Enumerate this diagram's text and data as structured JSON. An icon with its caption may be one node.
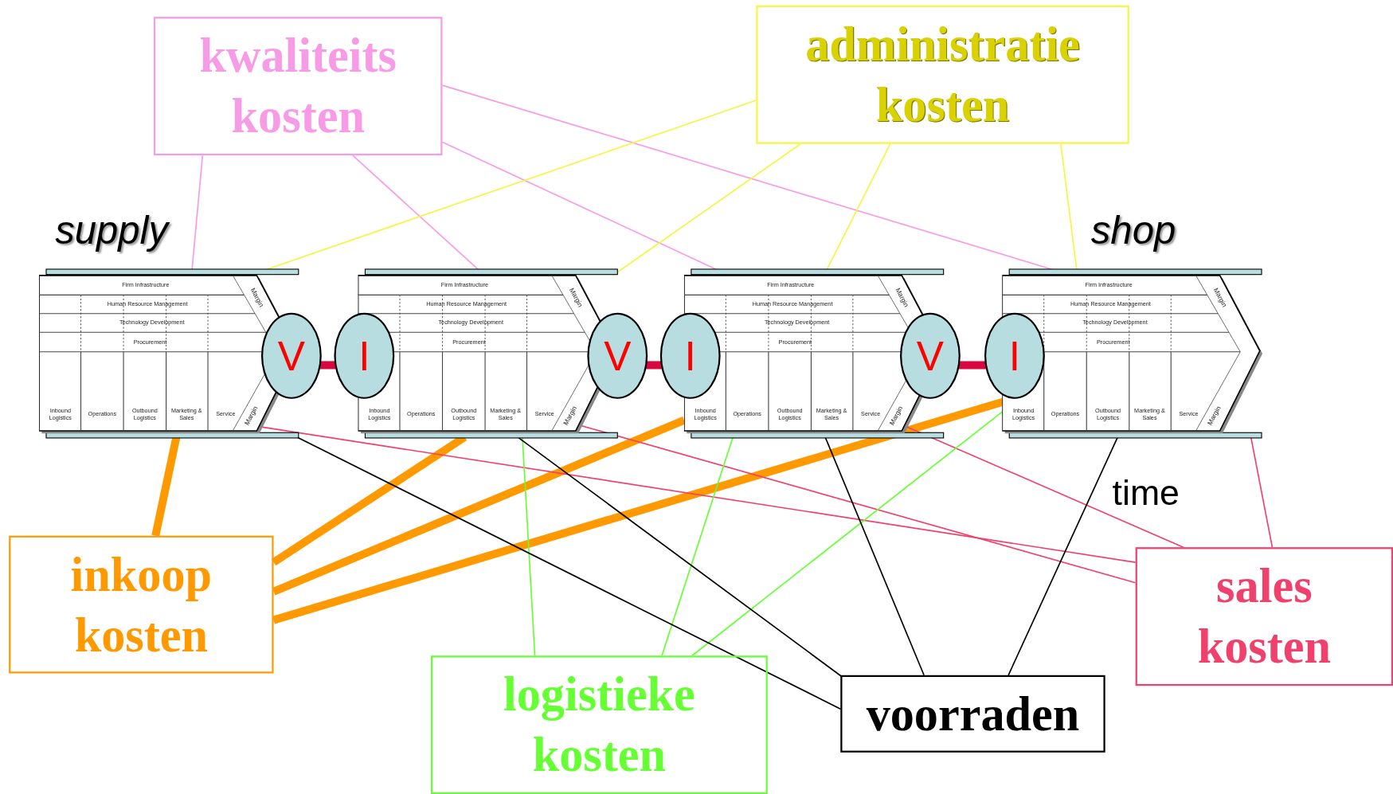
{
  "diagram": {
    "nodes": [
      {
        "text": [
          "kwaliteits kosten"
        ]
      },
      {
        "text": [
          "administratie kosten"
        ]
      },
      {
        "text": [
          "Firm Infrastructure",
          "Human Resource Management",
          "Technology Development",
          "Procurement",
          "Inbound Logistics",
          "Operations",
          "Outbound Logistics",
          "Marketing & Sales",
          "Service",
          "Margin",
          "Margin"
        ],
        "beside": [
          "supply"
        ]
      },
      {
        "text": [
          "V"
        ]
      },
      {
        "text": [
          "I"
        ]
      },
      {
        "text": [
          "Firm Infrastructure",
          "Human Resource Management",
          "Technology Development",
          "Procurement",
          "Inbound Logistics",
          "Operations",
          "Outbound Logistics",
          "Marketing & Sales",
          "Service",
          "Margin",
          "Margin"
        ]
      },
      {
        "text": [
          "V"
        ]
      },
      {
        "text": [
          "I"
        ]
      },
      {
        "text": [
          "Firm Infrastructure",
          "Human Resource Management",
          "Technology Development",
          "Procurement",
          "Inbound Logistics",
          "Operations",
          "Outbound Logistics",
          "Marketing & Sales",
          "Service",
          "Margin",
          "Margin"
        ]
      },
      {
        "text": [
          "V"
        ]
      },
      {
        "text": [
          "I"
        ]
      },
      {
        "text": [
          "Firm Infrastructure",
          "Human Resource Management",
          "Technology Development",
          "Procurement",
          "Inbound Logistics",
          "Operations",
          "Outbound Logistics",
          "Marketing & Sales",
          "Service",
          "Margin",
          "Margin"
        ],
        "beside": [
          "shop"
        ]
      },
      {
        "text": [
          "inkoop kosten"
        ]
      },
      {
        "text": [
          "sales kosten"
        ]
      },
      {
        "text": [
          "logistieke kosten"
        ]
      },
      {
        "text": [
          "voorraden"
        ]
      }
    ],
    "edges": [
      {
        "from": 0,
        "to": 2,
        "arrow": "none",
        "color": "#f79be6"
      },
      {
        "from": 0,
        "to": 5,
        "arrow": "none",
        "color": "#f79be6"
      },
      {
        "from": 0,
        "to": 8,
        "arrow": "none",
        "color": "#f79be6"
      },
      {
        "from": 0,
        "to": 11,
        "arrow": "none",
        "color": "#f79be6"
      },
      {
        "from": 1,
        "to": 2,
        "arrow": "none",
        "color": "#f5f542"
      },
      {
        "from": 1,
        "to": 5,
        "arrow": "none",
        "color": "#f5f542"
      },
      {
        "from": 1,
        "to": 8,
        "arrow": "none",
        "color": "#f5f542"
      },
      {
        "from": 1,
        "to": 11,
        "arrow": "none",
        "color": "#f5f542"
      },
      {
        "from": 3,
        "to": 4,
        "arrow": "none",
        "style": "thick",
        "color": "#d6083f"
      },
      {
        "from": 6,
        "to": 7,
        "arrow": "none",
        "style": "thick",
        "color": "#d6083f"
      },
      {
        "from": 9,
        "to": 10,
        "arrow": "none",
        "style": "thick",
        "color": "#d6083f"
      },
      {
        "from": 12,
        "to": 2,
        "arrow": "none",
        "style": "thick",
        "color": "#ff9900"
      },
      {
        "from": 12,
        "to": 5,
        "arrow": "none",
        "style": "thick",
        "color": "#ff9900"
      },
      {
        "from": 12,
        "to": 8,
        "arrow": "none",
        "style": "thick",
        "color": "#ff9900"
      },
      {
        "from": 12,
        "to": 11,
        "arrow": "none",
        "style": "thick",
        "color": "#ff9900"
      },
      {
        "from": 13,
        "to": 2,
        "arrow": "none",
        "color": "#f0406c"
      },
      {
        "from": 13,
        "to": 5,
        "arrow": "none",
        "color": "#f0406c"
      },
      {
        "from": 13,
        "to": 8,
        "arrow": "none",
        "color": "#f0406c"
      },
      {
        "from": 13,
        "to": 11,
        "arrow": "none",
        "color": "#f0406c"
      },
      {
        "from": 14,
        "to": 5,
        "arrow": "none",
        "color": "#66ff33"
      },
      {
        "from": 14,
        "to": 8,
        "arrow": "none",
        "color": "#66ff33"
      },
      {
        "from": 14,
        "to": 11,
        "arrow": "none",
        "color": "#66ff33"
      },
      {
        "from": 15,
        "to": 2,
        "arrow": "none",
        "color": "#000000"
      },
      {
        "from": 15,
        "to": 5,
        "arrow": "none",
        "color": "#000000"
      },
      {
        "from": 15,
        "to": 8,
        "arrow": "none",
        "color": "#000000"
      },
      {
        "from": 15,
        "to": 11,
        "arrow": "none",
        "color": "#000000"
      }
    ],
    "labels": [
      "time"
    ]
  }
}
